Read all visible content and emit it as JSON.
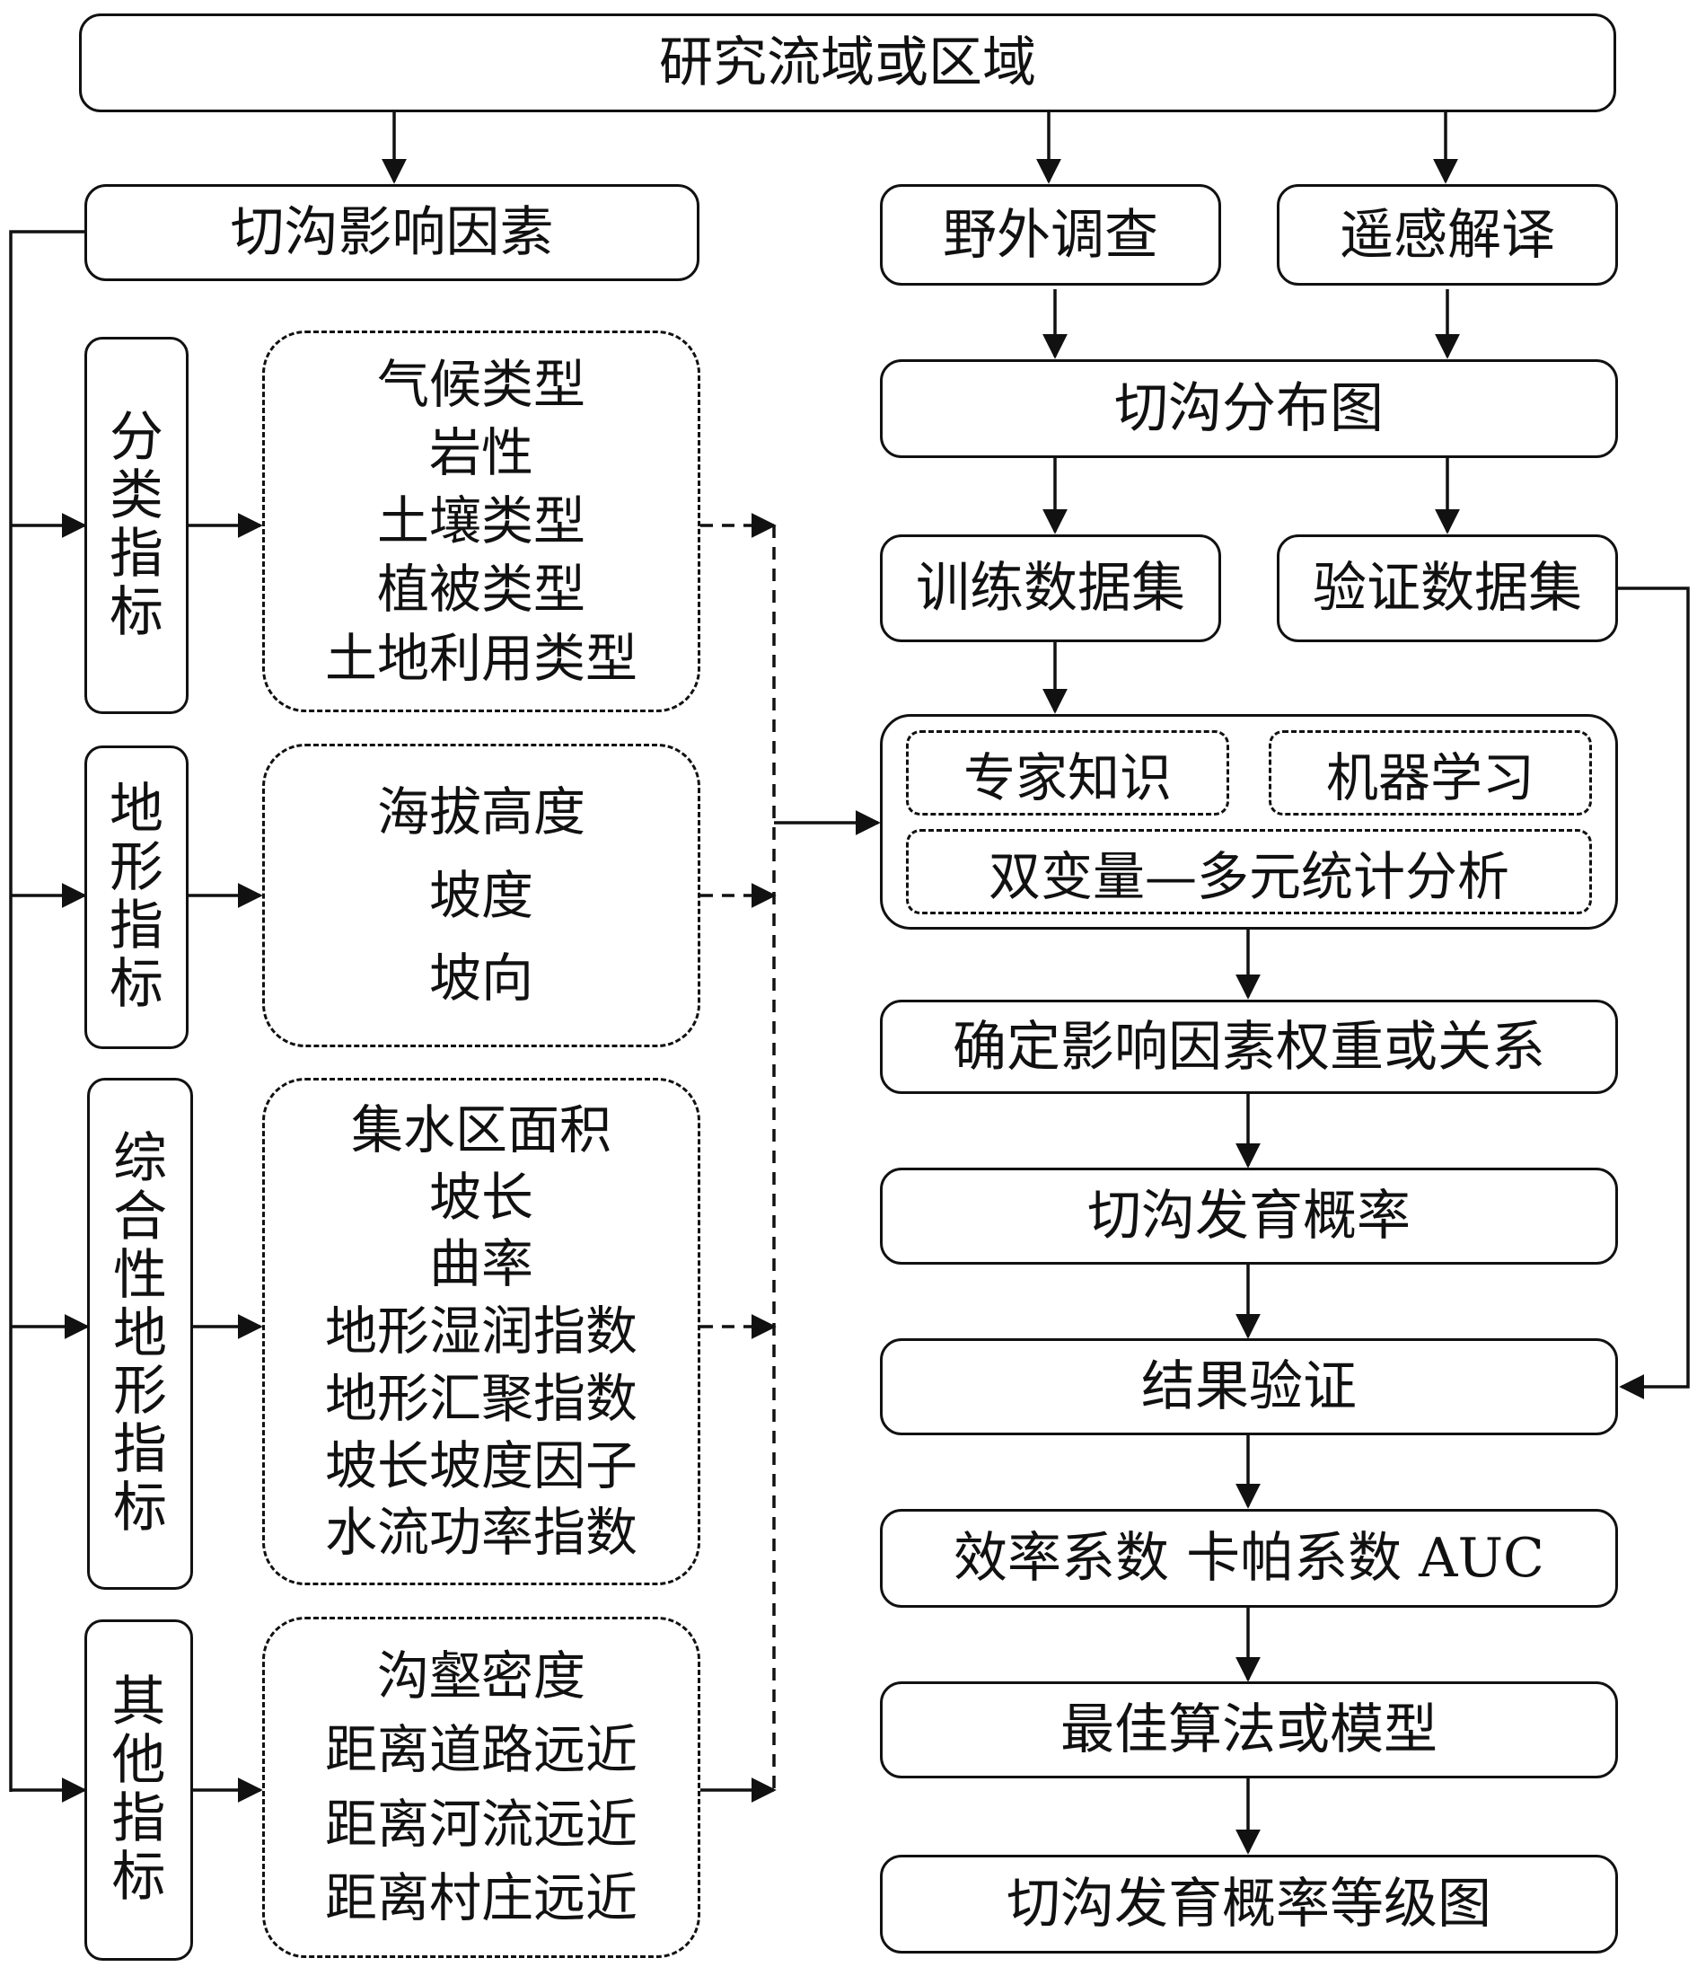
{
  "nodes": {
    "study_area": "研究流域或区域",
    "factors": "切沟影响因素",
    "field_survey": "野外调查",
    "remote_sensing": "遥感解译",
    "distribution_map": "切沟分布图",
    "training_set": "训练数据集",
    "validation_set": "验证数据集",
    "expert_knowledge": "专家知识",
    "machine_learning": "机器学习",
    "statistics": "双变量—多元统计分析",
    "weights": "确定影响因素权重或关系",
    "probability": "切沟发育概率",
    "result_validation": "结果验证",
    "metrics": "效率系数 卡帕系数 AUC",
    "best_model": "最佳算法或模型",
    "probability_map": "切沟发育概率等级图"
  },
  "categories": [
    {
      "label": "分类指标",
      "items": [
        "气候类型",
        "岩性",
        "土壤类型",
        "植被类型",
        "土地利用类型"
      ]
    },
    {
      "label": "地形指标",
      "items": [
        "海拔高度",
        "坡度",
        "坡向"
      ]
    },
    {
      "label": "综合性地形指标",
      "items": [
        "集水区面积",
        "坡长",
        "曲率",
        "地形湿润指数",
        "地形汇聚指数",
        "坡长坡度因子",
        "水流功率指数"
      ]
    },
    {
      "label": "其他指标",
      "items": [
        "沟壑密度",
        "距离道路远近",
        "距离河流远近",
        "距离村庄远近"
      ]
    }
  ]
}
